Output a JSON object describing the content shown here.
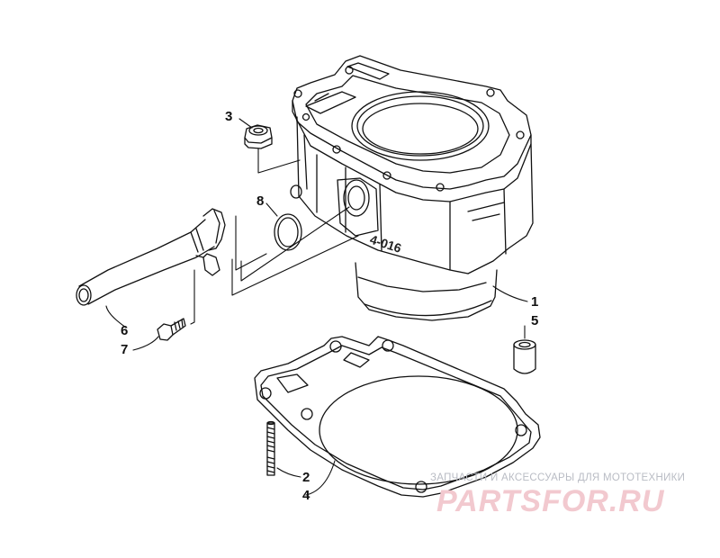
{
  "callouts": {
    "c1": "1",
    "c2": "2",
    "c3": "3",
    "c4": "4",
    "c5": "5",
    "c6": "6",
    "c7": "7",
    "c8": "8"
  },
  "casting_mark": "4-016",
  "watermark": {
    "tagline": "ЗАПЧАСТИ И АКСЕССУАРЫ ДЛЯ МОТОТЕХНИКИ",
    "logo": "PARTSFOR.RU"
  },
  "colors": {
    "line": "#111111",
    "background": "#ffffff",
    "watermark_text": "#b9bcc4",
    "watermark_logo": "#f2c9cf"
  }
}
